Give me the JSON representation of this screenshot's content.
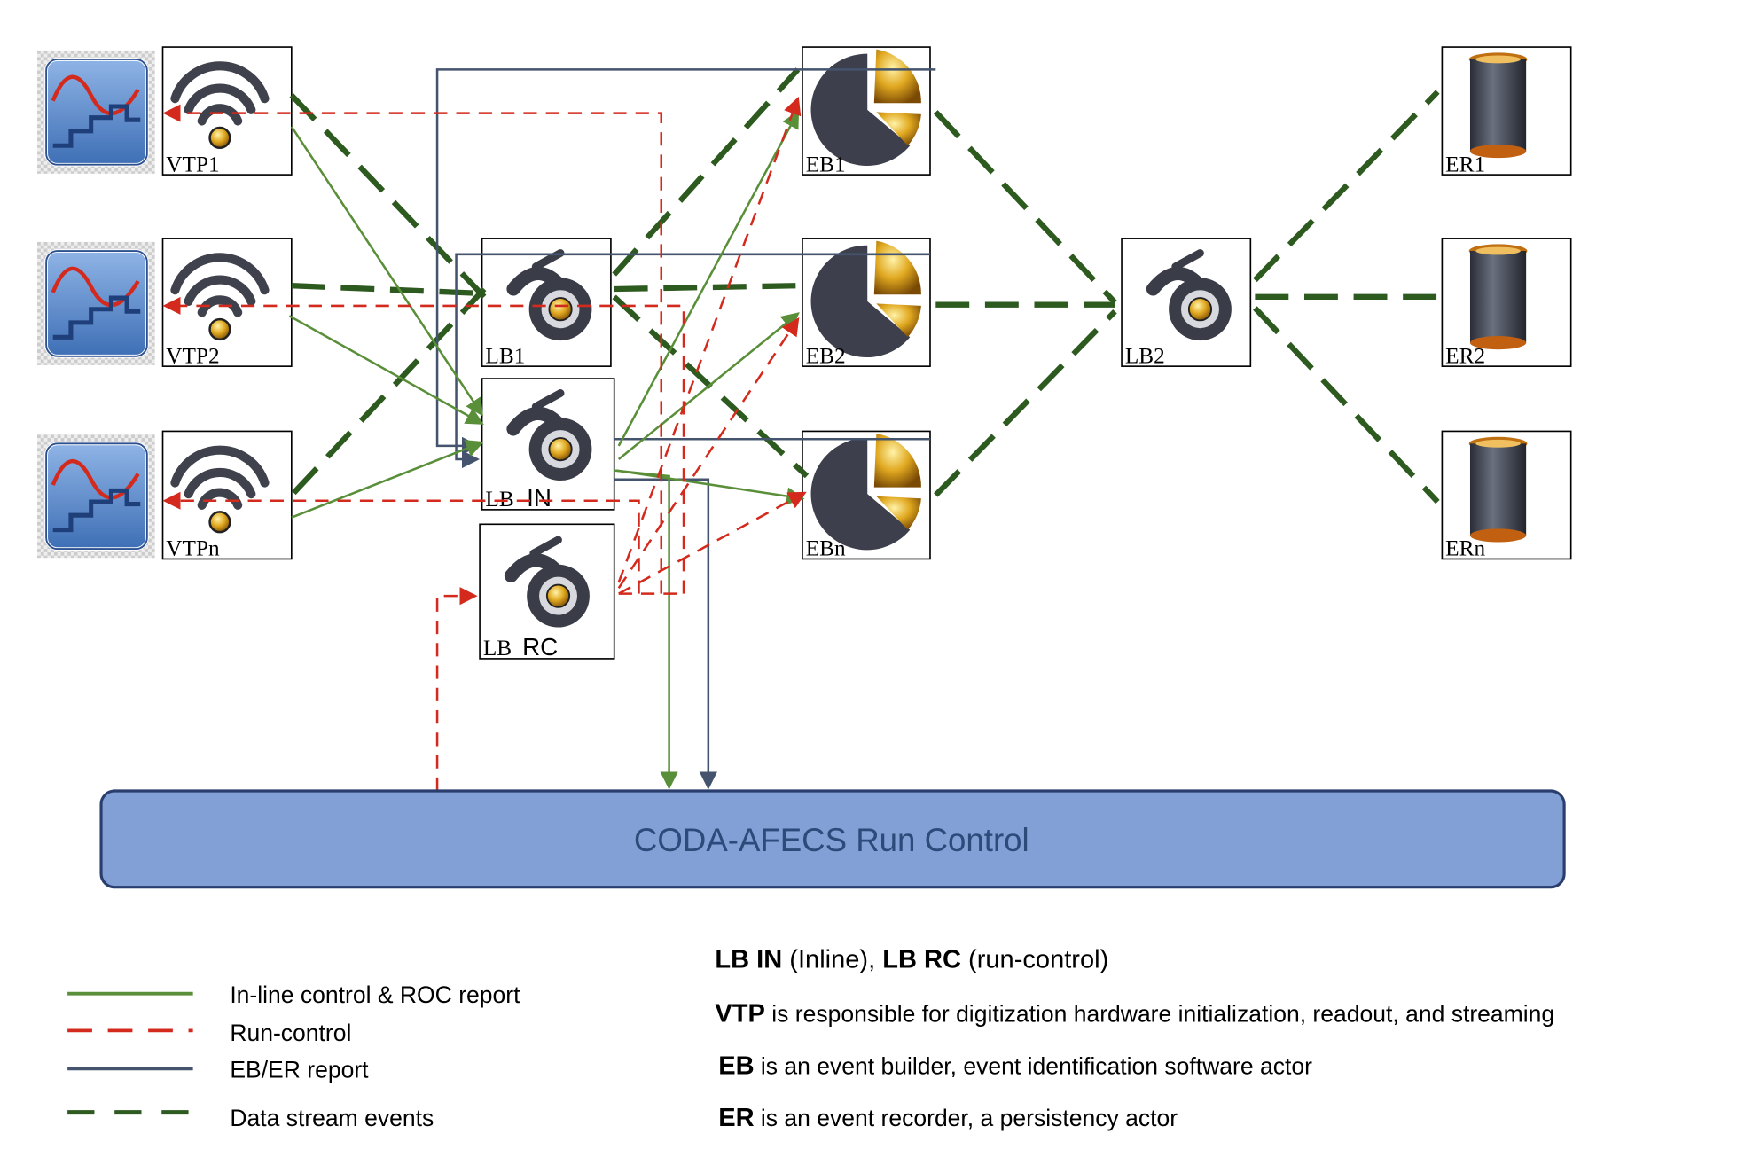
{
  "nodes": {
    "vtp": [
      "VTP1",
      "VTP2",
      "VTPn"
    ],
    "lb1": "LB1",
    "lb_in": {
      "prefix": "LB",
      "suffix": "IN"
    },
    "lb_rc": {
      "prefix": "LB",
      "suffix": "RC"
    },
    "eb": [
      "EB1",
      "EB2",
      "EBn"
    ],
    "lb2": "LB2",
    "er": [
      "ER1",
      "ER2",
      "ERn"
    ]
  },
  "run_control": {
    "title": "CODA-AFECS Run Control"
  },
  "legend": [
    {
      "label": "In-line control & ROC report",
      "color": "#5a8f3a",
      "style": "solid"
    },
    {
      "label": "Run-control",
      "color": "#d42a1d",
      "style": "dashed"
    },
    {
      "label": "EB/ER report",
      "color": "#44546e",
      "style": "solid"
    },
    {
      "label": "Data stream events",
      "color": "#2d5a1e",
      "style": "dashed"
    }
  ],
  "notes": [
    {
      "b1": "LB IN",
      "t1": " (Inline), ",
      "b2": "LB RC",
      "t2": " (run-control)"
    },
    {
      "b1": "VTP",
      "t1": " is responsible for digitization hardware initialization, readout, and streaming"
    },
    {
      "b1": "EB",
      "t1": " is an event builder, event identification software actor"
    },
    {
      "b1": "ER",
      "t1": " is an event recorder, a persistency actor"
    }
  ],
  "colors": {
    "run_control_fill": "#829fd6",
    "run_control_text": "#2c4a7a",
    "icon_gold": "#e0a820",
    "icon_dark": "#3a3d48"
  }
}
